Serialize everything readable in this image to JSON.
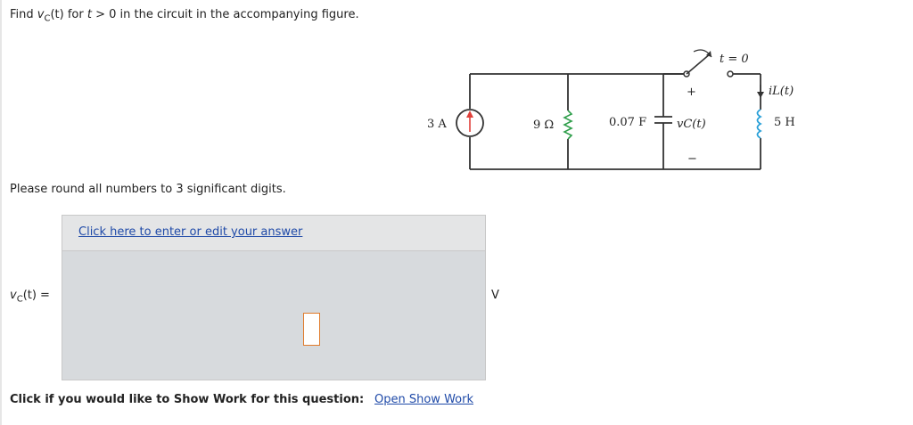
{
  "question": {
    "prefix": "Find ",
    "var_letter": "v",
    "var_sub": "C",
    "var_arg": "(t)",
    "middle": " for ",
    "t": "t",
    "condition": " > 0 in the circuit in the accompanying figure."
  },
  "instructions": "Please round all numbers to 3 significant digits.",
  "answer_panel": {
    "edit_link": "Click here to enter or edit your answer",
    "variable_letter": "v",
    "variable_sub": "C",
    "variable_rest": "(t) =",
    "unit": "V"
  },
  "show_work": {
    "label": "Click if you would like to Show Work for this question:",
    "link": "Open Show Work"
  },
  "circuit": {
    "source_label": "3 A",
    "resistor_label": "9 Ω",
    "capacitor_label": "0.07 F",
    "vc_label": "vC(t)",
    "plus": "+",
    "minus": "−",
    "switch_label": "t = 0",
    "il_label": "iL(t)",
    "inductor_label": "5 H"
  },
  "colors": {
    "link": "#1f4aa8",
    "panel": "#d7dadd",
    "answer_border": "#e07a2a",
    "arrow": "#e0403a",
    "inductor": "#2aa0d8"
  }
}
